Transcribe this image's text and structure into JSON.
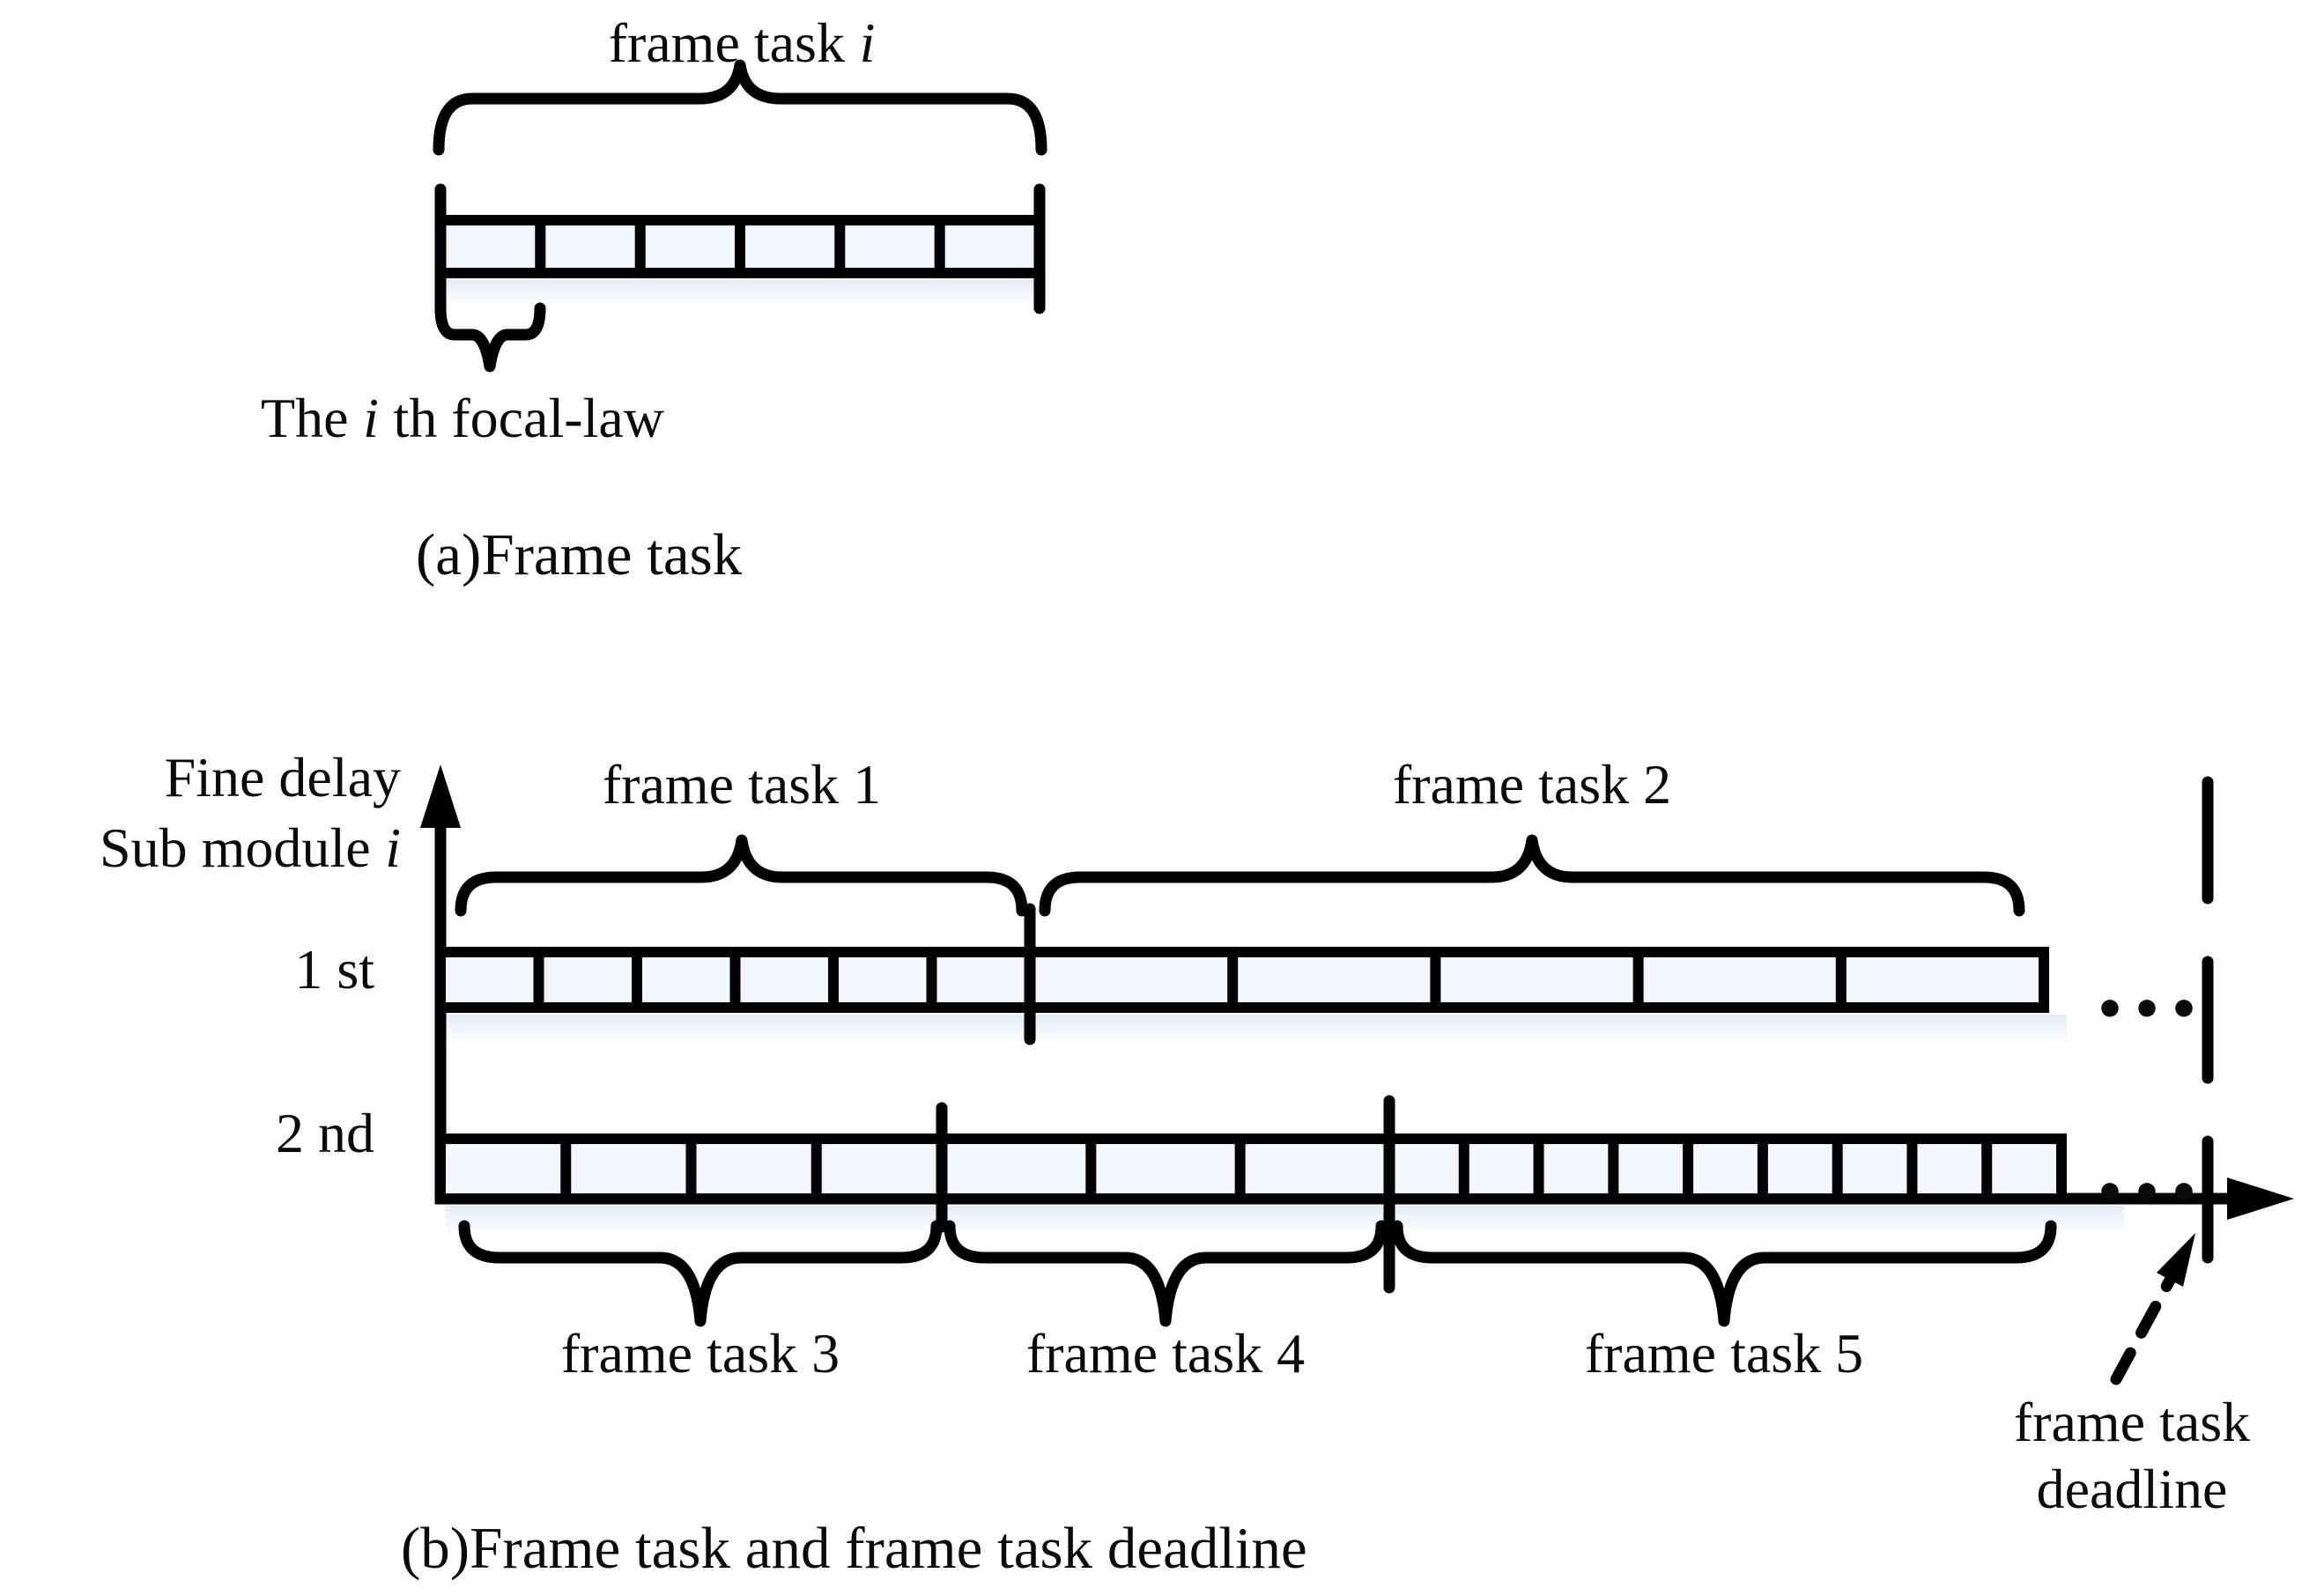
{
  "part_a": {
    "brace_label": {
      "prefix": "frame task",
      "var": "i"
    },
    "bar": {
      "segments": 6
    },
    "focal_label": {
      "prefix": "The",
      "var": "i",
      "suffix": "th focal-law"
    },
    "caption": "(a)Frame task"
  },
  "part_b": {
    "axis_label": {
      "line1": "Fine delay",
      "line2_prefix": "Sub module",
      "line2_var": "i"
    },
    "rows": [
      {
        "name": "1 st",
        "tasks": [
          {
            "label": "frame task 1",
            "segments": 6
          },
          {
            "label": "frame task 2",
            "segments": 5
          }
        ]
      },
      {
        "name": "2 nd",
        "tasks": [
          {
            "label": "frame task 3",
            "segments": 4
          },
          {
            "label": "frame task 4",
            "segments": 3
          },
          {
            "label": "frame task 5",
            "segments": 9
          }
        ]
      }
    ],
    "ellipsis": "...",
    "deadline_label": {
      "line1": "frame task",
      "line2": "deadline"
    },
    "caption": "(b)Frame task and frame task deadline"
  },
  "colors": {
    "ink": "#000000",
    "cell_fill": "#f3f7fd",
    "glow": "#c9d8f2"
  }
}
